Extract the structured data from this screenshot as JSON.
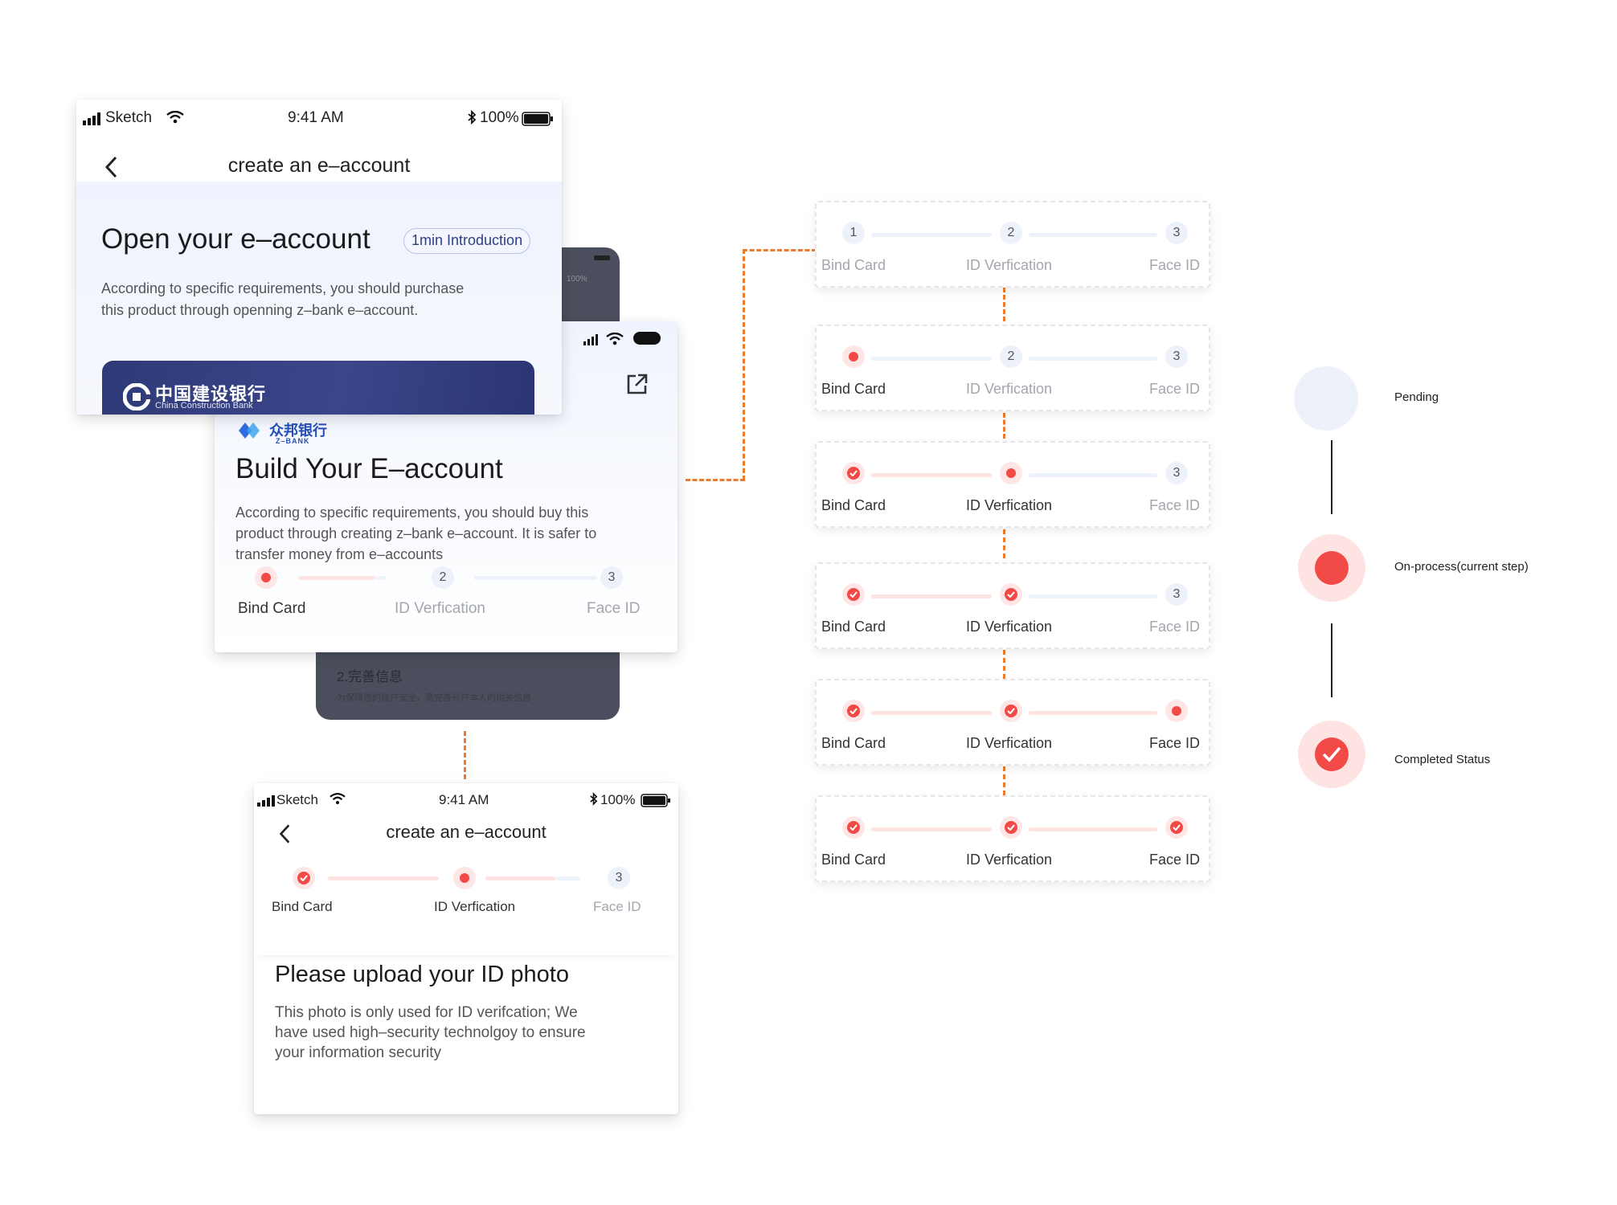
{
  "colors": {
    "accent": "#f24a46",
    "accent_soft": "#fde6e5",
    "pending": "#edf1fa",
    "connector": "#f07a2c",
    "bank_banner": "#333d7c"
  },
  "status_bar": {
    "carrier": "Sketch",
    "time": "9:41 AM",
    "battery": "100%"
  },
  "phone1": {
    "nav_title": "create an e–account",
    "heading": "Open your e–account",
    "badge": "1min Introduction",
    "desc_line1": "According to specific requirements, you should purchase",
    "desc_line2": "this product through openning z–bank e–account.",
    "bank_name": "中国建设银行",
    "bank_name_en": "China Construction Bank"
  },
  "dark_card": {
    "battery": "100%",
    "title": "2.完善信息",
    "subtitle": "为保障您的账户安全，需完善开户本人的相关信息"
  },
  "phone2": {
    "logo_cn": "众邦银行",
    "logo_en": "Z–BANK",
    "heading": "Build Your E–account",
    "desc_line1": "According to specific requirements, you should buy this",
    "desc_line2": "product through creating z–bank e–account. It is safer to",
    "desc_line3": "transfer money from e–accounts"
  },
  "phone3": {
    "nav_title": "create an e–account",
    "heading": "Please upload your ID photo",
    "desc_line1": "This photo is only used for ID verifcation; We",
    "desc_line2": "have used high–security technolgoy to ensure",
    "desc_line3": "your information security"
  },
  "steps": {
    "labels": [
      "Bind Card",
      "ID Verfication",
      "Face ID"
    ],
    "numbers": [
      "1",
      "2",
      "3"
    ]
  },
  "legend": {
    "pending": "Pending",
    "current": "On-process(current step)",
    "completed": "Completed Status"
  },
  "icons": [
    "signal-icon",
    "wifi-icon",
    "bluetooth-icon",
    "battery-icon",
    "back-icon",
    "share-icon",
    "check-icon",
    "bank-logo-icon",
    "zbank-logo-icon"
  ]
}
